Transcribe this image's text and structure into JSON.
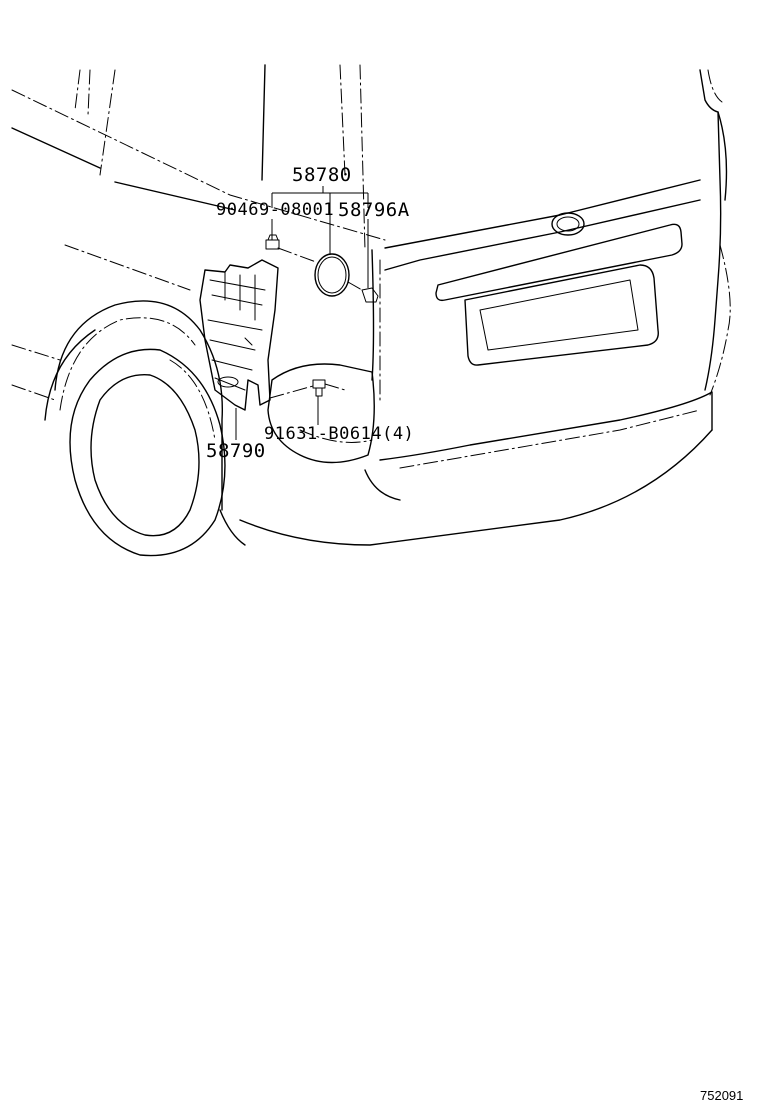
{
  "diagram": {
    "callouts": [
      {
        "id": "p58780",
        "text": "58780"
      },
      {
        "id": "p90469",
        "text": "90469-08001"
      },
      {
        "id": "p58796a",
        "text": "58796A"
      },
      {
        "id": "p91631",
        "text": "91631-B0614(4)"
      },
      {
        "id": "p58790",
        "text": "58790"
      }
    ],
    "figure_number": "752091"
  }
}
